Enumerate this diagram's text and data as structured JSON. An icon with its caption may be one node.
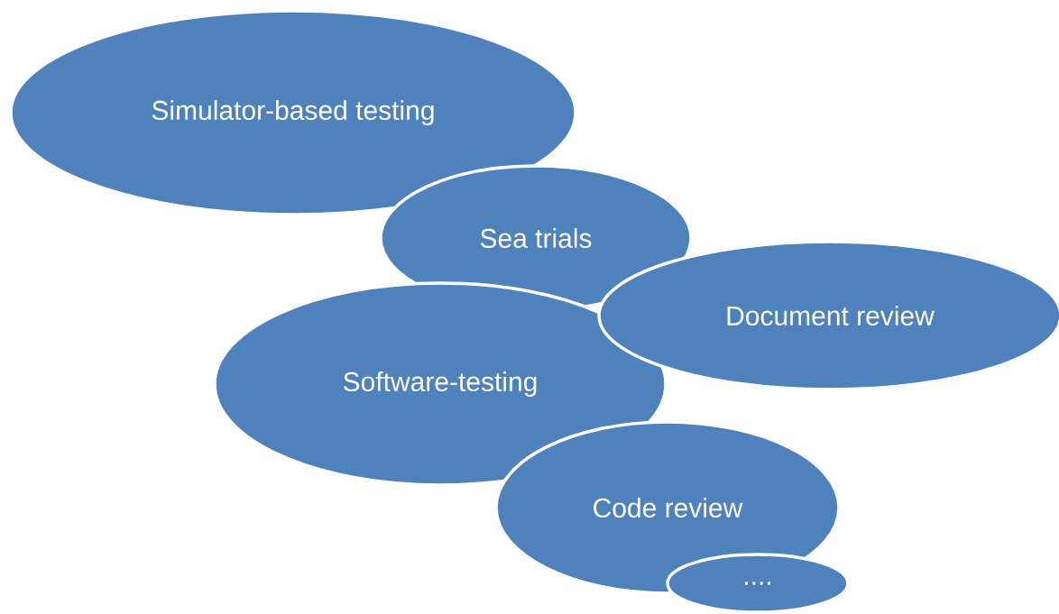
{
  "diagram": {
    "nodes": [
      {
        "text": [
          "Simulator-based testing"
        ]
      },
      {
        "text": [
          "Sea trials"
        ]
      },
      {
        "text": [
          "Document review"
        ]
      },
      {
        "text": [
          "Software-testing"
        ]
      },
      {
        "text": [
          "Code review"
        ]
      },
      {
        "text": [
          "...."
        ]
      }
    ]
  }
}
